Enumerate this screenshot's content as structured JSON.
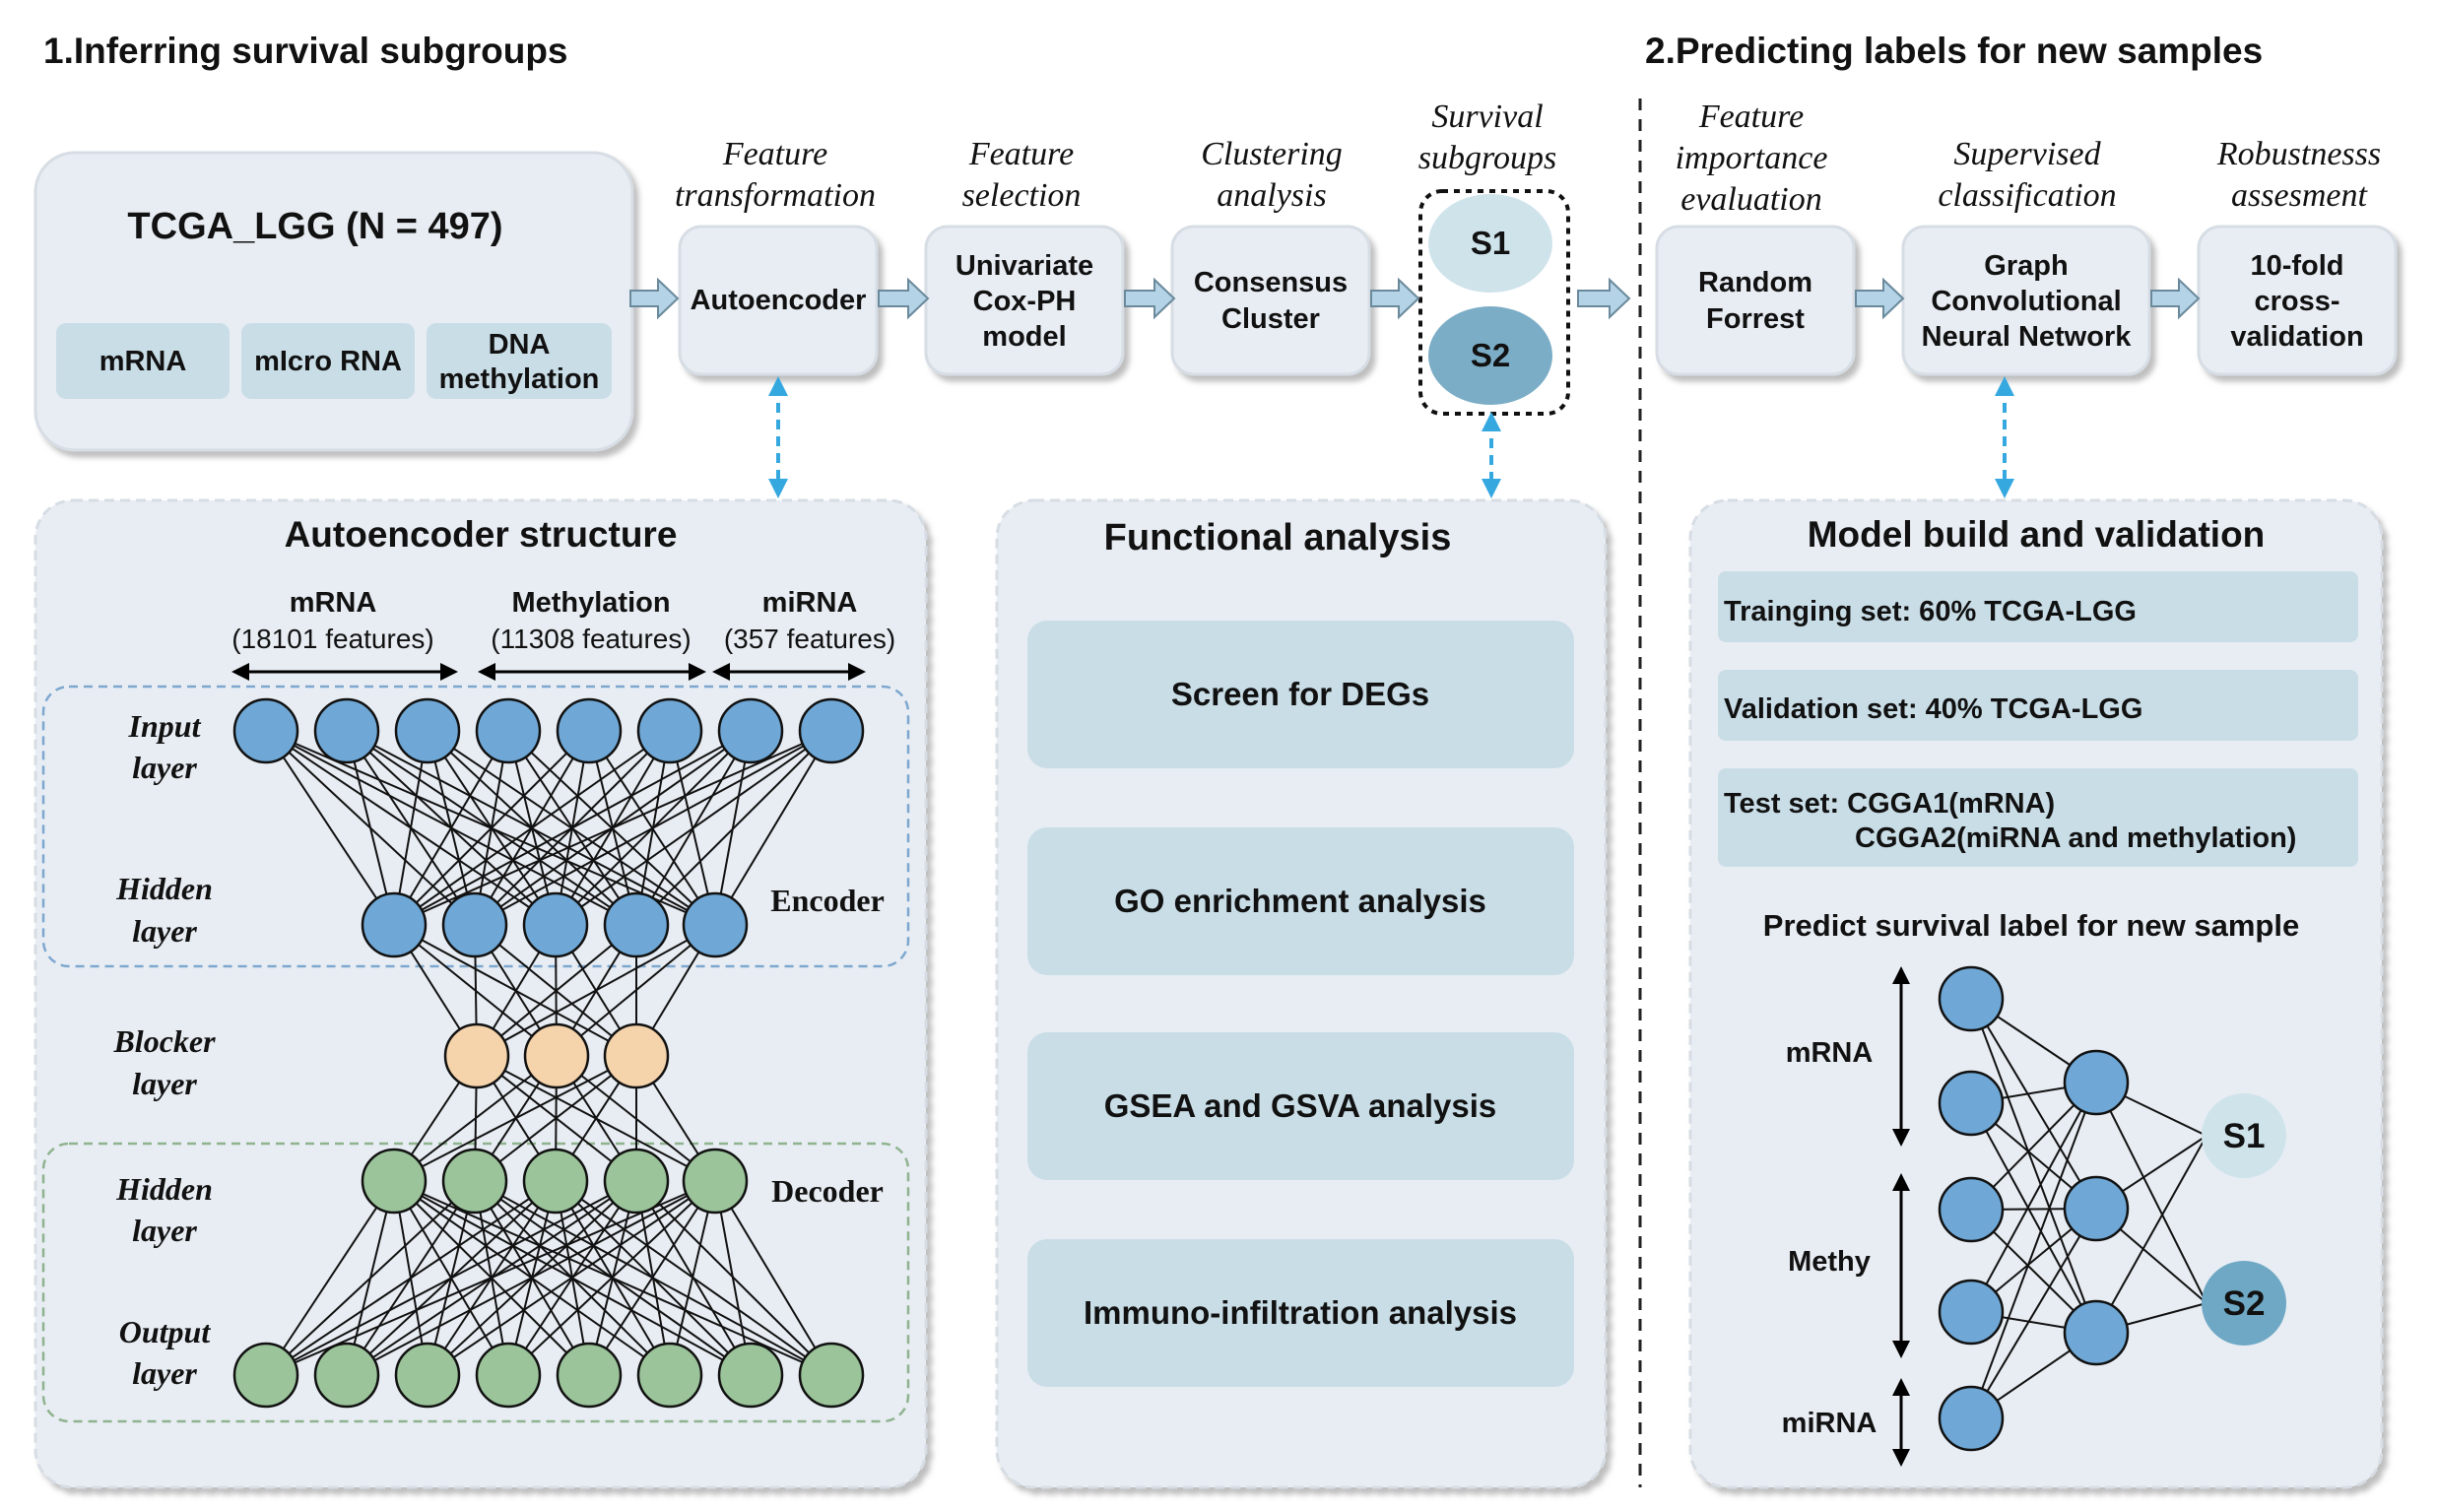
{
  "section1": {
    "title": "1.Inferring survival subgroups"
  },
  "section2": {
    "title": "2.Predicting labels for new samples"
  },
  "dataset": {
    "title": "TCGA_LGG (N = 497)",
    "omics": [
      "mRNA",
      "mIcro RNA",
      "DNA",
      "methylation"
    ]
  },
  "pipeline_left": [
    {
      "heading": [
        "Feature",
        "transformation"
      ],
      "box": [
        "Autoencoder"
      ]
    },
    {
      "heading": [
        "Feature",
        "selection"
      ],
      "box": [
        "Univariate",
        "Cox-PH",
        "model"
      ]
    },
    {
      "heading": [
        "Clustering",
        "analysis"
      ],
      "box": [
        "Consensus",
        "Cluster"
      ]
    },
    {
      "heading": [
        "Survival",
        "subgroups"
      ],
      "box": []
    }
  ],
  "subgroups": [
    "S1",
    "S2"
  ],
  "pipeline_right": [
    {
      "heading": [
        "Feature",
        "importance",
        "evaluation"
      ],
      "box": [
        "Random",
        "Forrest"
      ]
    },
    {
      "heading": [
        "Supervised",
        "classification"
      ],
      "box": [
        "Graph",
        "Convolutional",
        "Neural Network"
      ]
    },
    {
      "heading": [
        "Robustnesss",
        "assesment"
      ],
      "box": [
        "10-fold",
        "cross-",
        "validation"
      ]
    }
  ],
  "autoencoder": {
    "title": "Autoencoder structure",
    "groups": [
      {
        "name": "mRNA",
        "features": "(18101 features)"
      },
      {
        "name": "Methylation",
        "features": "(11308 features)"
      },
      {
        "name": "miRNA",
        "features": "(357 features)"
      }
    ],
    "layers": [
      "Input",
      "layer",
      "Hidden",
      "layer",
      "Blocker",
      "layer",
      "Hidden",
      "layer",
      "Output",
      "layer"
    ],
    "encoder": "Encoder",
    "decoder": "Decoder"
  },
  "functional": {
    "title": "Functional analysis",
    "items": [
      "Screen for DEGs",
      "GO enrichment analysis",
      "GSEA and GSVA analysis",
      "Immuno-infiltration analysis"
    ]
  },
  "model": {
    "title": "Model build and validation",
    "training": "Trainging set: 60% TCGA-LGG",
    "validation": "Validation set: 40% TCGA-LGG",
    "test1": "Test set: CGGA1(mRNA)",
    "test2": "CGGA2(miRNA and methylation)",
    "predict": "Predict survival label for new sample",
    "inputs": [
      "mRNA",
      "Methy",
      "miRNA"
    ],
    "outputs": [
      "S1",
      "S2"
    ]
  },
  "colors": {
    "panel": "#e8edf3",
    "box": "#c9dde7",
    "node_blue": "#6fa8d6",
    "node_orange": "#f5d3ab",
    "node_green": "#9bc49a",
    "s1": "#cfe3eb",
    "s2": "#7badc6",
    "arrow": "#b4d3e6",
    "dashed_arrow": "#35a8e0"
  }
}
